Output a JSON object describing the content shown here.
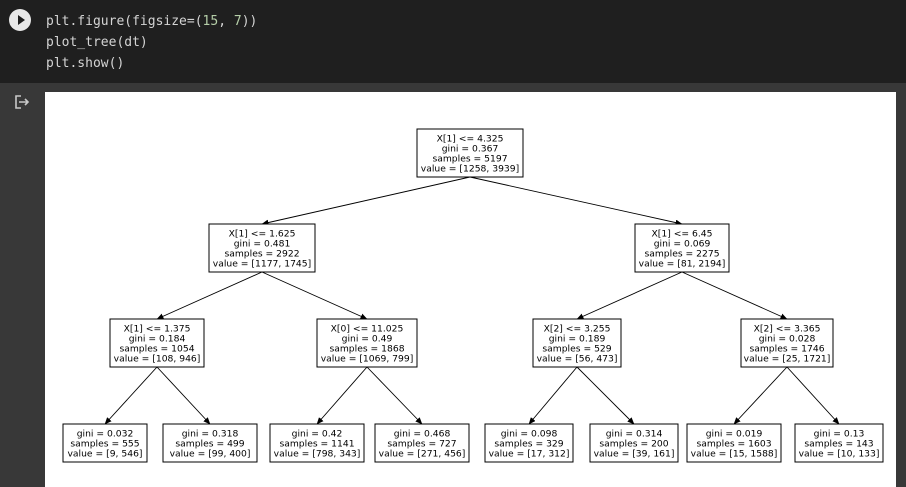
{
  "cell": {
    "run_icon": "play-icon",
    "code_lines": [
      {
        "parts": [
          {
            "t": "plt.figure(figsize=(",
            "c": ""
          },
          {
            "t": "15",
            "c": "num"
          },
          {
            "t": ", ",
            "c": ""
          },
          {
            "t": "7",
            "c": "num"
          },
          {
            "t": "))",
            "c": ""
          }
        ]
      },
      {
        "parts": [
          {
            "t": "plot_tree(dt)",
            "c": ""
          }
        ]
      },
      {
        "parts": [
          {
            "t": "plt.show()",
            "c": ""
          }
        ]
      }
    ]
  },
  "output": {
    "icon": "output-redirect-icon"
  },
  "tree": {
    "nodes": [
      {
        "id": "n0",
        "lines": [
          "X[1] <= 4.325",
          "gini = 0.367",
          "samples = 5197",
          "value = [1258, 3939]"
        ]
      },
      {
        "id": "n1",
        "lines": [
          "X[1] <= 1.625",
          "gini = 0.481",
          "samples = 2922",
          "value = [1177, 1745]"
        ]
      },
      {
        "id": "n2",
        "lines": [
          "X[1] <= 6.45",
          "gini = 0.069",
          "samples = 2275",
          "value = [81, 2194]"
        ]
      },
      {
        "id": "n3",
        "lines": [
          "X[1] <= 1.375",
          "gini = 0.184",
          "samples = 1054",
          "value = [108, 946]"
        ]
      },
      {
        "id": "n4",
        "lines": [
          "X[0] <= 11.025",
          "gini = 0.49",
          "samples = 1868",
          "value = [1069, 799]"
        ]
      },
      {
        "id": "n5",
        "lines": [
          "X[2] <= 3.255",
          "gini = 0.189",
          "samples = 529",
          "value = [56, 473]"
        ]
      },
      {
        "id": "n6",
        "lines": [
          "X[2] <= 3.365",
          "gini = 0.028",
          "samples = 1746",
          "value = [25, 1721]"
        ]
      },
      {
        "id": "n7",
        "lines": [
          "gini = 0.032",
          "samples = 555",
          "value = [9, 546]"
        ]
      },
      {
        "id": "n8",
        "lines": [
          "gini = 0.318",
          "samples = 499",
          "value = [99, 400]"
        ]
      },
      {
        "id": "n9",
        "lines": [
          "gini = 0.42",
          "samples = 1141",
          "value = [798, 343]"
        ]
      },
      {
        "id": "n10",
        "lines": [
          "gini = 0.468",
          "samples = 727",
          "value = [271, 456]"
        ]
      },
      {
        "id": "n11",
        "lines": [
          "gini = 0.098",
          "samples = 329",
          "value = [17, 312]"
        ]
      },
      {
        "id": "n12",
        "lines": [
          "gini = 0.314",
          "samples = 200",
          "value = [39, 161]"
        ]
      },
      {
        "id": "n13",
        "lines": [
          "gini = 0.019",
          "samples = 1603",
          "value = [15, 1588]"
        ]
      },
      {
        "id": "n14",
        "lines": [
          "gini = 0.13",
          "samples = 143",
          "value = [10, 133]"
        ]
      }
    ],
    "edges": [
      [
        "n0",
        "n1"
      ],
      [
        "n0",
        "n2"
      ],
      [
        "n1",
        "n3"
      ],
      [
        "n1",
        "n4"
      ],
      [
        "n2",
        "n5"
      ],
      [
        "n2",
        "n6"
      ],
      [
        "n3",
        "n7"
      ],
      [
        "n3",
        "n8"
      ],
      [
        "n4",
        "n9"
      ],
      [
        "n4",
        "n10"
      ],
      [
        "n5",
        "n11"
      ],
      [
        "n5",
        "n12"
      ],
      [
        "n6",
        "n13"
      ],
      [
        "n6",
        "n14"
      ]
    ]
  }
}
